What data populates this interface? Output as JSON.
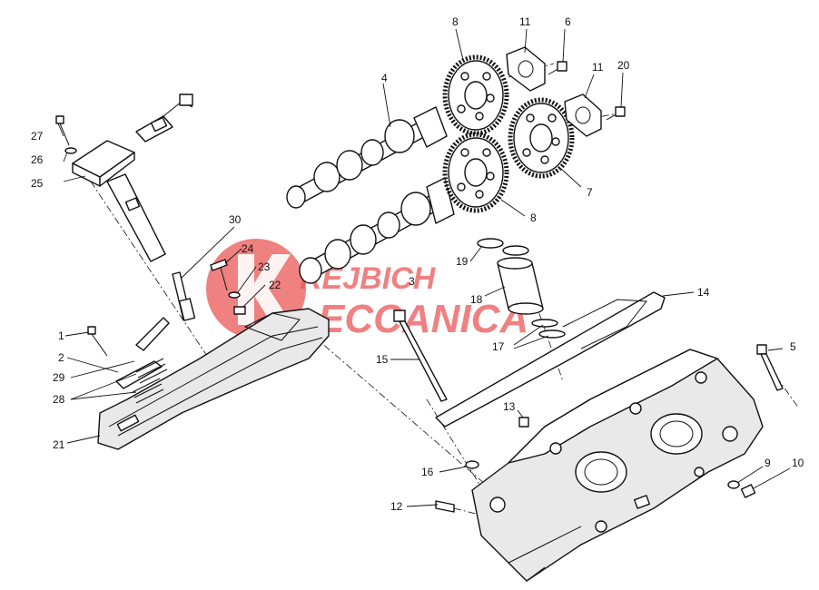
{
  "callouts": [
    "1",
    "2",
    "3",
    "4",
    "5",
    "6",
    "7",
    "8",
    "8",
    "9",
    "10",
    "11",
    "11",
    "12",
    "13",
    "14",
    "15",
    "16",
    "17",
    "18",
    "19",
    "20",
    "21",
    "22",
    "23",
    "24",
    "25",
    "26",
    "27",
    "28",
    "29",
    "30"
  ],
  "watermark": {
    "line1": "REJBICH",
    "line2": "ECCANICA",
    "color": "#e8393a"
  }
}
